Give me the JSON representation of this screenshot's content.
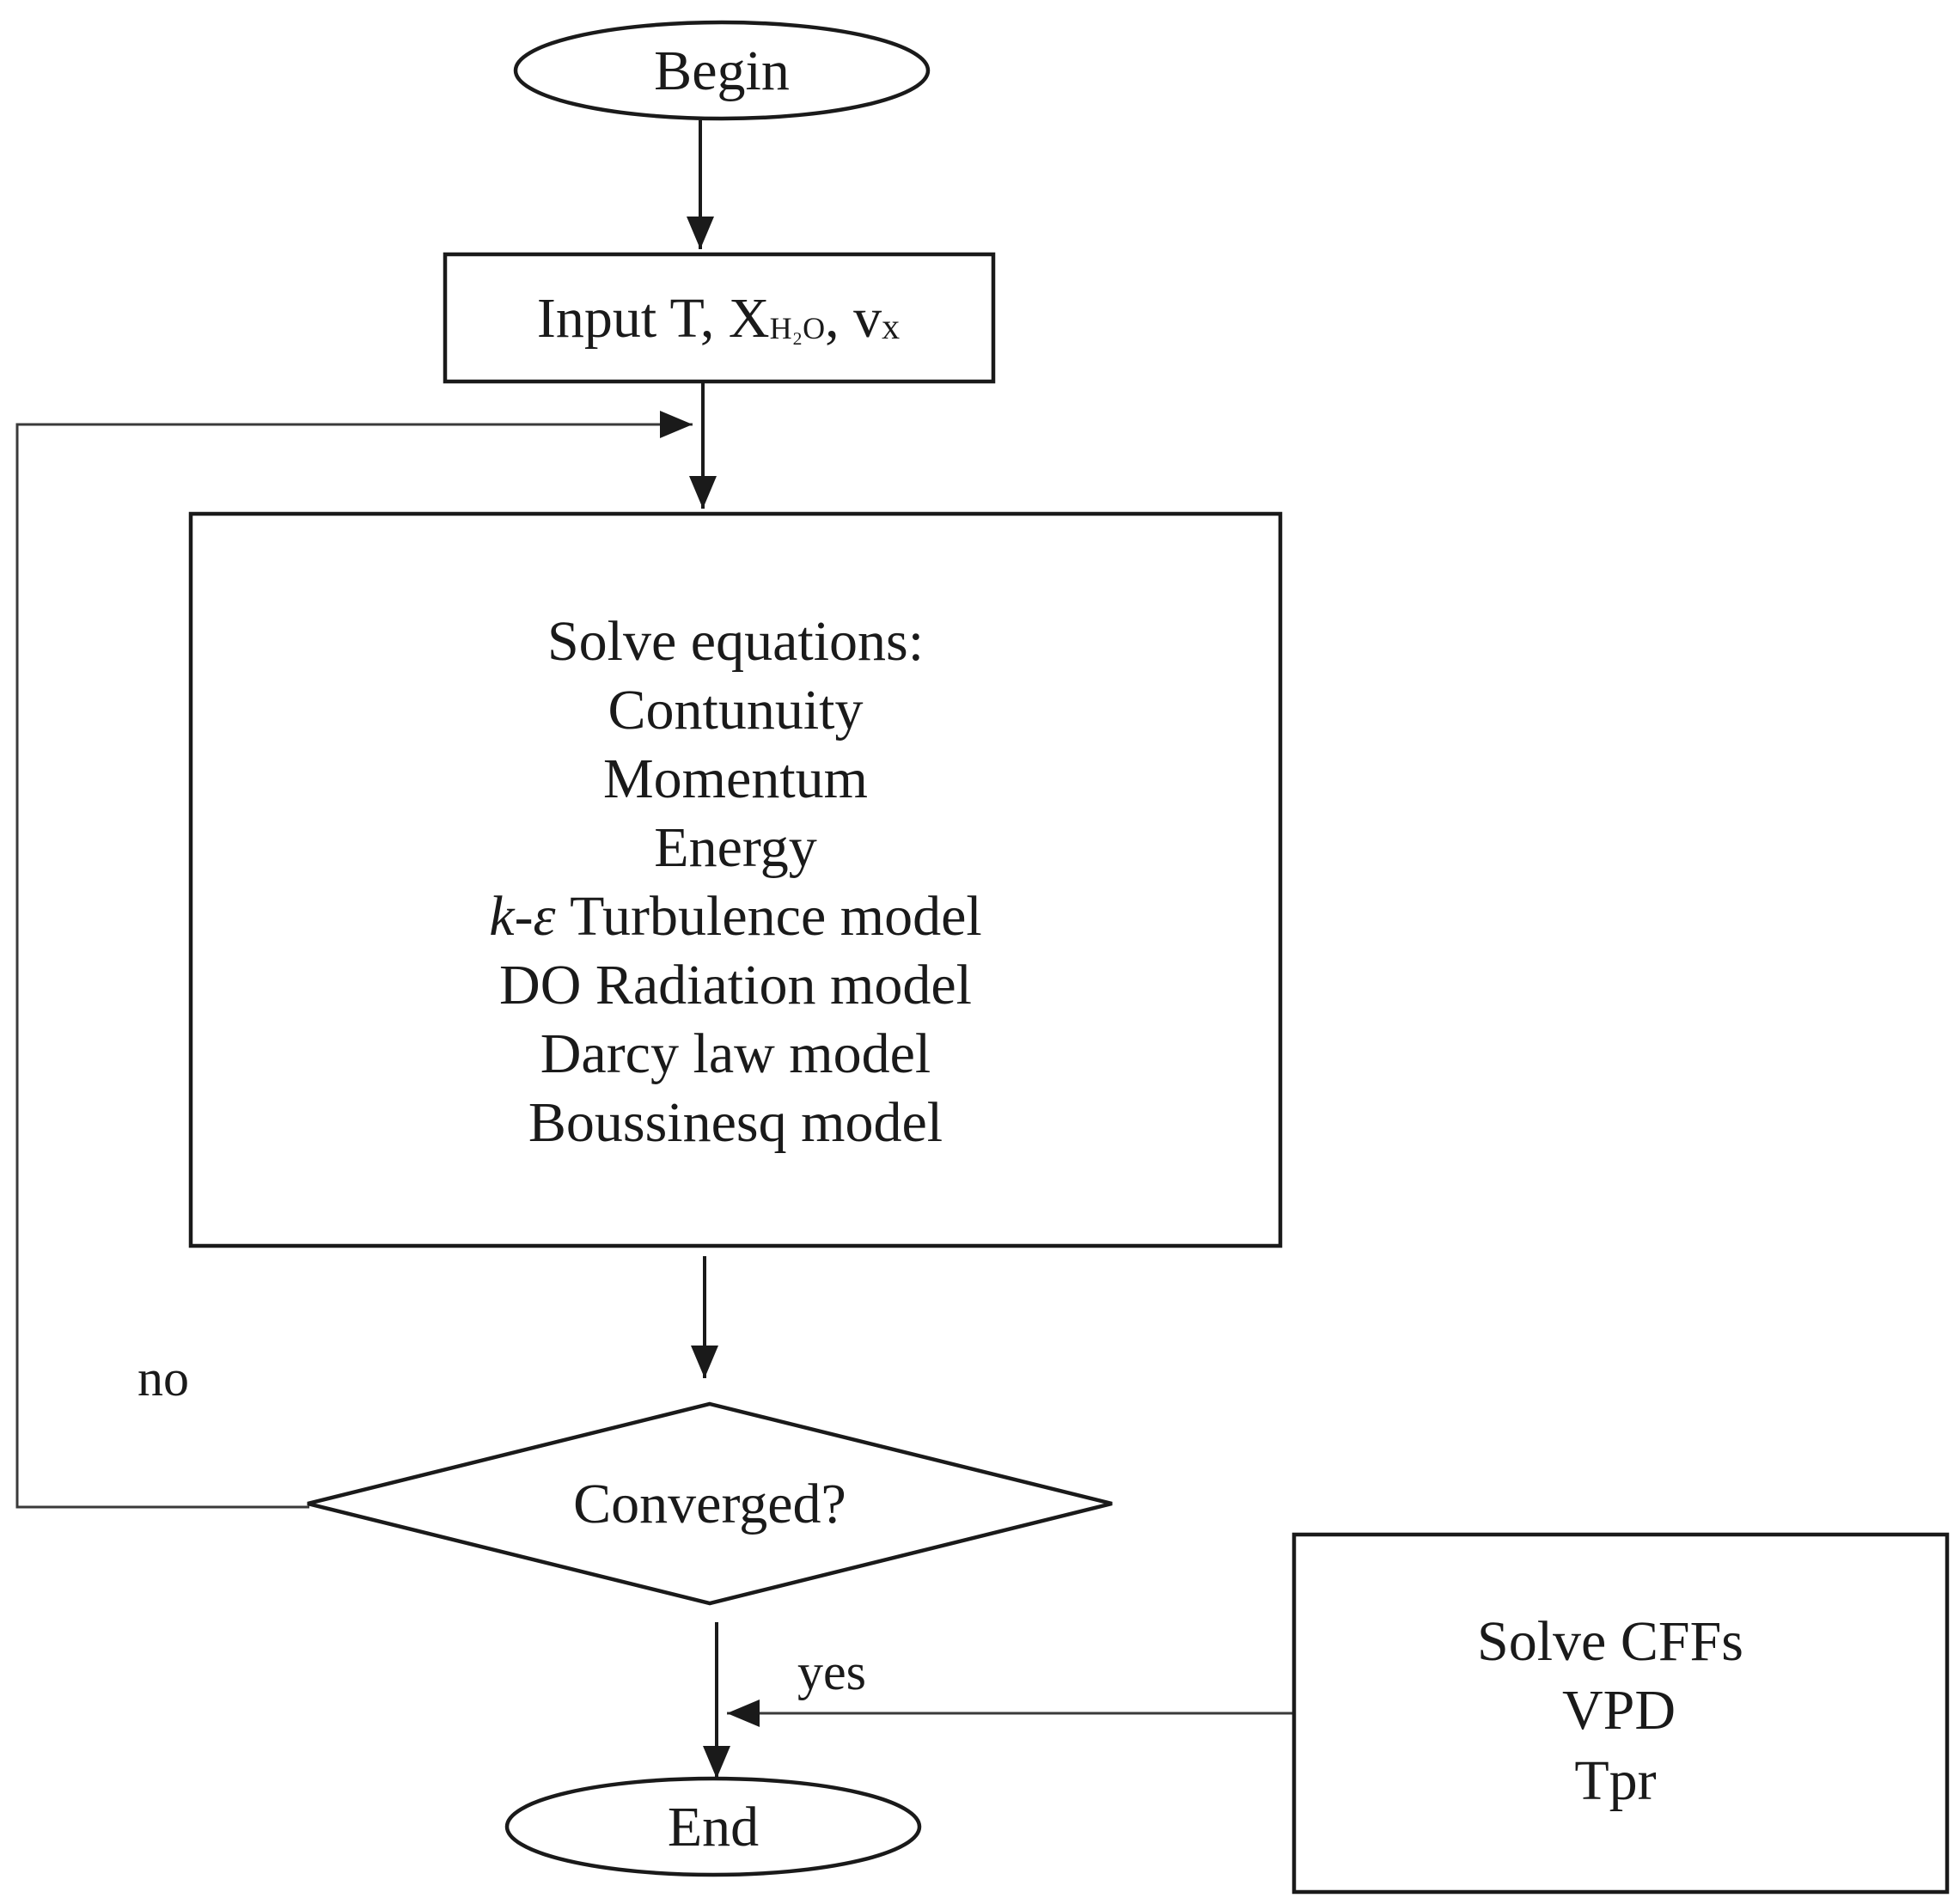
{
  "nodes": {
    "begin": "Begin",
    "input": {
      "prefix": "Input T, X",
      "sub": "H₂O",
      "mid": ", v",
      "sub2": "x"
    },
    "solve": {
      "heading": "Solve equations:",
      "lines": [
        "Contunuity",
        "Momentum",
        "Energy",
        "DO Radiation model",
        "Darcy law model",
        "Boussinesq model"
      ],
      "turbulence": {
        "k": "k",
        "dash": "-",
        "eps": "ε",
        "rest": " Turbulence model"
      }
    },
    "decision": "Converged?",
    "end": "End",
    "post": {
      "lines": [
        "Solve CFFs",
        "VPD",
        "Tpr"
      ]
    }
  },
  "edges": {
    "no": "no",
    "yes": "yes"
  }
}
